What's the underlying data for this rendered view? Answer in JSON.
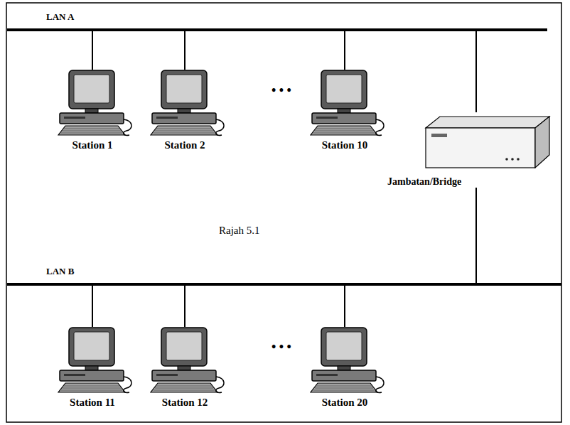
{
  "diagram": {
    "nodes": [
      {
        "text": [
          "LAN A"
        ]
      },
      {
        "text": [
          "Station 1"
        ]
      },
      {
        "text": [
          "Station 2"
        ]
      },
      {
        "text": [
          "Station 10"
        ]
      },
      {
        "text": [
          "Jambatan/Bridge"
        ]
      },
      {
        "text": [
          "LAN B"
        ]
      },
      {
        "text": [
          "Station 11"
        ]
      },
      {
        "text": [
          "Station 12"
        ]
      },
      {
        "text": [
          "Station 20"
        ]
      }
    ],
    "edges": [
      {
        "from": 1,
        "to": 0,
        "arrow": "none"
      },
      {
        "from": 2,
        "to": 0,
        "arrow": "none"
      },
      {
        "from": 3,
        "to": 0,
        "arrow": "none"
      },
      {
        "from": 4,
        "to": 0,
        "arrow": "none"
      },
      {
        "from": 4,
        "to": 5,
        "arrow": "none"
      },
      {
        "from": 6,
        "to": 5,
        "arrow": "none"
      },
      {
        "from": 7,
        "to": 5,
        "arrow": "none"
      },
      {
        "from": 8,
        "to": 5,
        "arrow": "none"
      }
    ],
    "labels": [
      "• • •",
      "Rajah 5.1",
      "• • •"
    ]
  }
}
